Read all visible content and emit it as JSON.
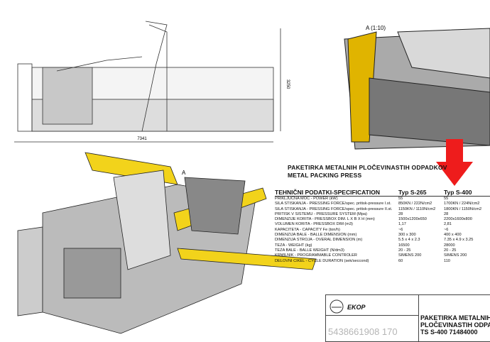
{
  "drawing": {
    "dim_length": "7341",
    "dim_height": "3250",
    "detail_label": "A (1:10)",
    "iso_label": "A"
  },
  "title": {
    "line1": "PAKETIRKA METALNIH PLOČEVINASTIH ODPADKOV",
    "line2": "METAL PACKING PRESS"
  },
  "spec": {
    "header": "TEHNIČNI PODATKI-SPECIFICATION",
    "col1": "Typ S-265",
    "col2": "Typ S-400",
    "rows": [
      [
        "PRIKLJUČNA MOČ - POWER (kW)",
        "55",
        "55"
      ],
      [
        "SILA STISKANJA - PRESSING FORCE/spec. pritisk-pressure I.st.",
        "850KN / 222N/cm2",
        "1700KN / 224N/cm2"
      ],
      [
        "SILA STISKANJA - PRESSING FORCE/spec. pritisk-pressure II.st.",
        "1150KN / 1110N/cm2",
        "1800KN / 1150N/cm2"
      ],
      [
        "PRITISK V SISTEMU - PRESSURE SYSTEM (Mpa)",
        "28",
        "28"
      ],
      [
        "DIMENZIJE KORITA - PRESSBOX DIM. L X B X H (mm)",
        "1500x1200x650",
        "2200x1600x800"
      ],
      [
        "VOLUMEN KORITA - PRESSBOX DIM (m3)",
        "1,17",
        "2,81"
      ],
      [
        "KAPACITETA - CAPACITY Fe (ton/h)",
        "~6",
        "~6"
      ],
      [
        "DIMENZIJA BALE - BALLE DIMENSION (mm)",
        "300 x 300",
        "400 x 400"
      ],
      [
        "DIMENZIJA STROJA - OVERAL DIMENSION (m)",
        "5.5 x 4 x 2.3",
        "7.35 x 4.9 x 3.25"
      ],
      [
        "TEŽA - WEIGHT (kg)",
        "16500",
        "28000"
      ],
      [
        "TEŽA BALE - BALLE WEIGHT (N/dm3)",
        "20 - 25",
        "20 - 25"
      ],
      [
        "KRMILNIK - PROGRAMMABLE CONTROLER",
        "SIMENS 200",
        "SIMENS 200"
      ],
      [
        "DELOVNI CIKEL - CYCLE DURATION (sek/seccond)",
        "60",
        "110"
      ]
    ]
  },
  "titleblock": {
    "logo": "EKOP",
    "name1": "PAKETIRKA METALNIH",
    "name2": "PLOČEVINASTIH ODPADKOV",
    "code": "TS S-400 71484000"
  },
  "watermark": "5438661908 170",
  "colors": {
    "accent_yellow": "#f2d31b",
    "arrow_red": "#ee1c1c"
  }
}
